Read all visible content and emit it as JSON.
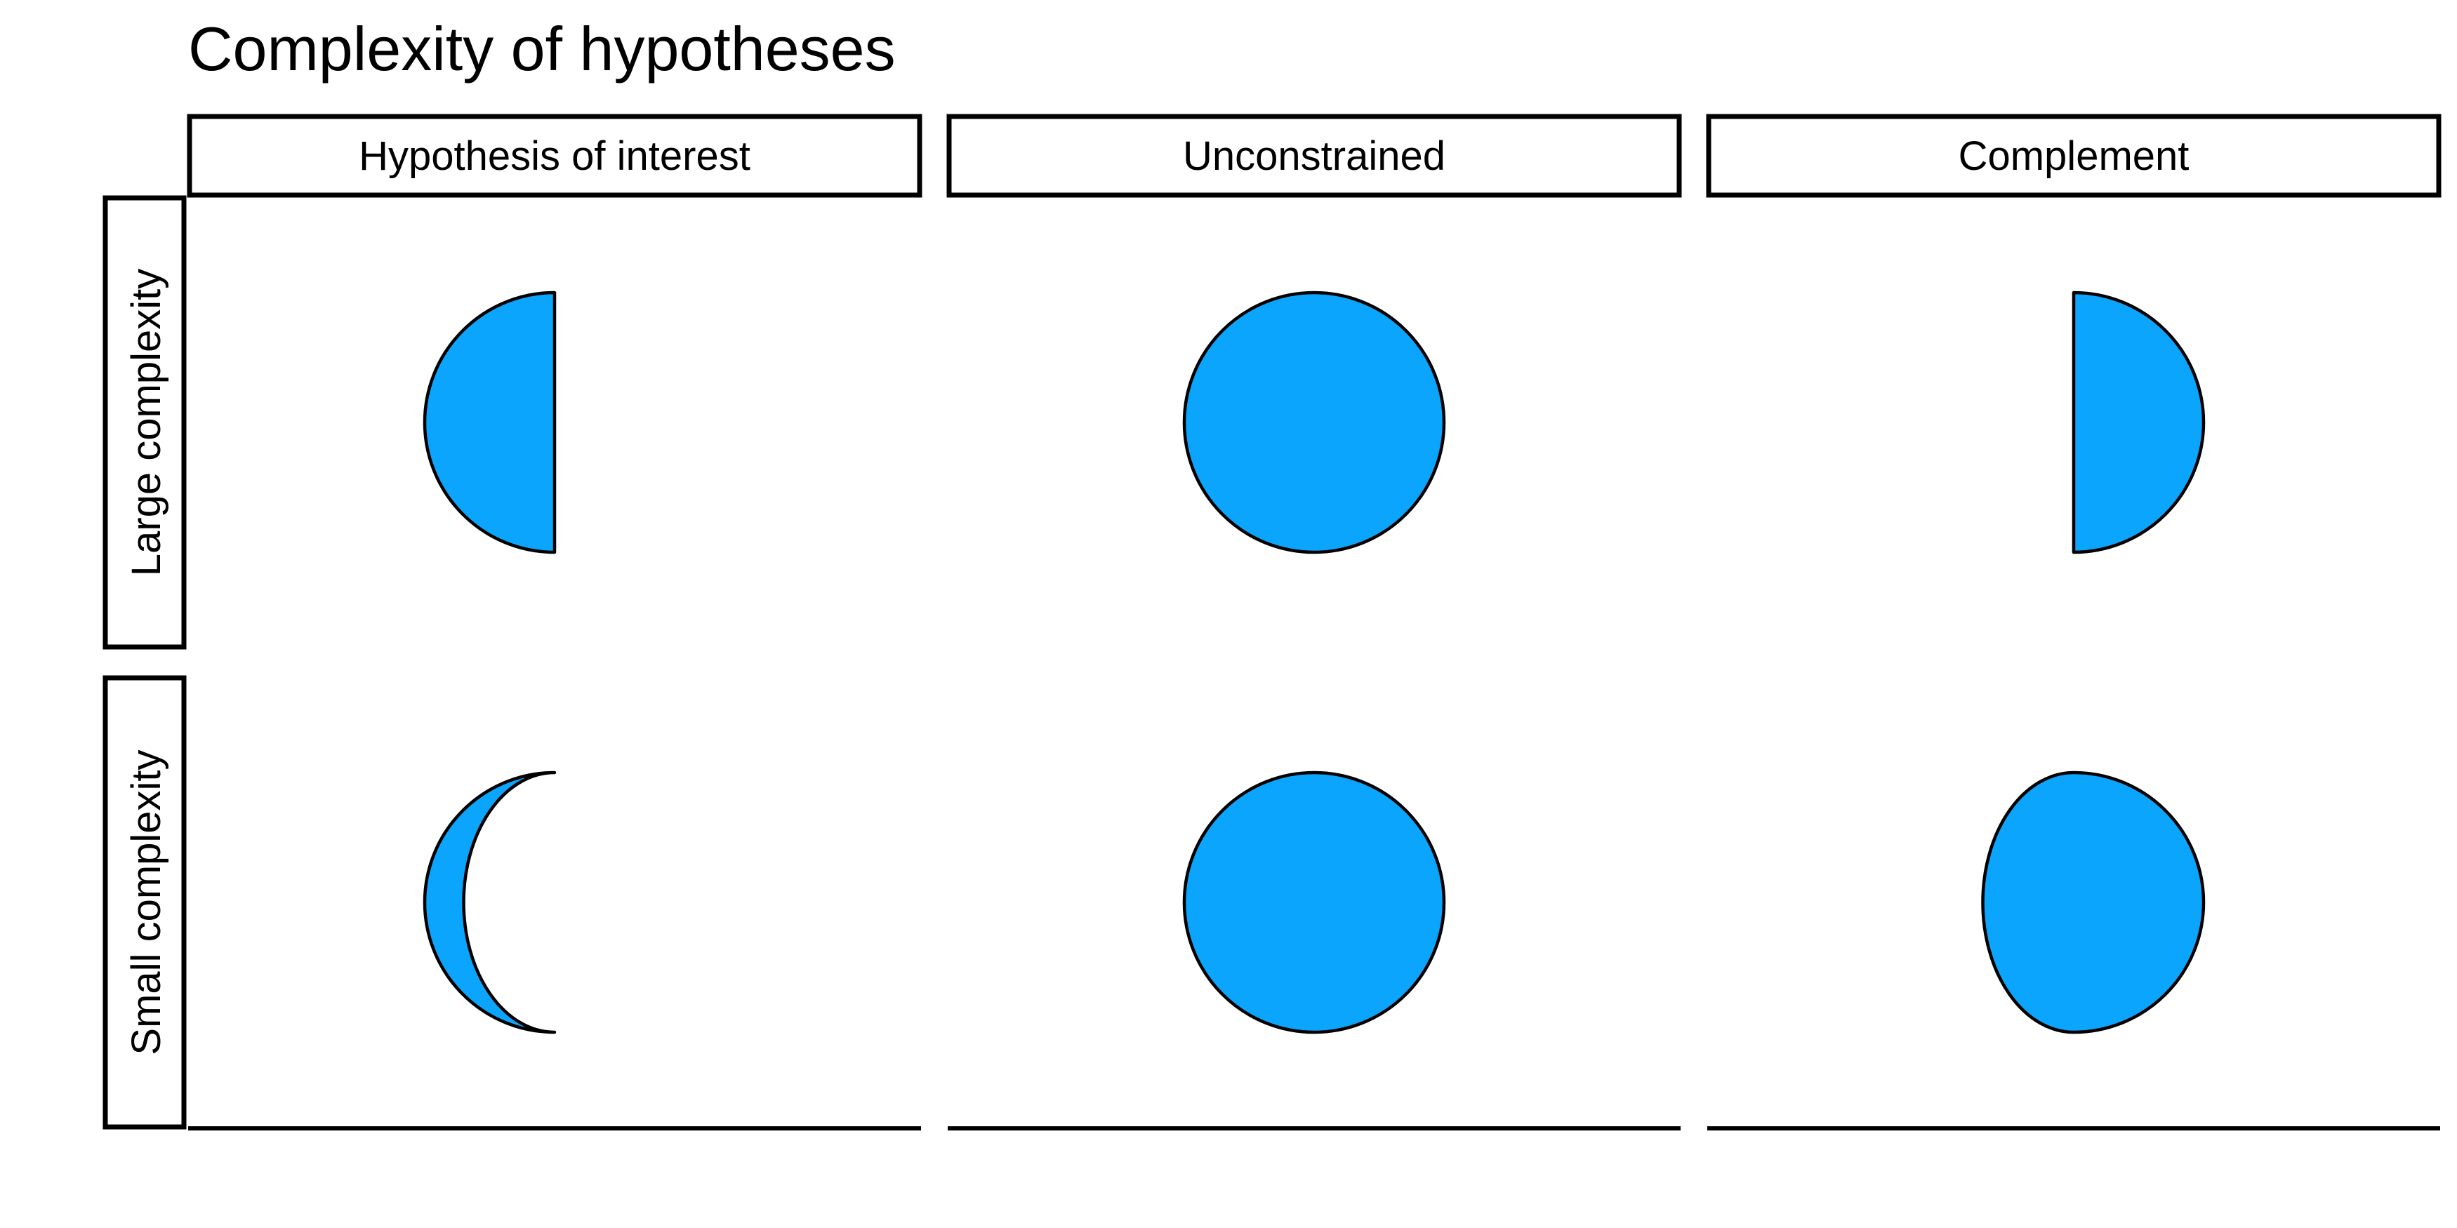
{
  "title": "Complexity of hypotheses",
  "columns": [
    "Hypothesis of interest",
    "Unconstrained",
    "Complement"
  ],
  "rows": [
    "Large complexity",
    "Small complexity"
  ],
  "colors": {
    "fill": "#0ca5fd",
    "stroke": "#000000"
  },
  "panels": [
    {
      "row": 0,
      "col": 0,
      "shape": "left-half-disc",
      "icon": "left-half-circle-icon"
    },
    {
      "row": 0,
      "col": 1,
      "shape": "full-disc",
      "icon": "circle-icon"
    },
    {
      "row": 0,
      "col": 2,
      "shape": "right-half-disc",
      "icon": "right-half-circle-icon"
    },
    {
      "row": 1,
      "col": 0,
      "shape": "crescent",
      "icon": "crescent-icon"
    },
    {
      "row": 1,
      "col": 1,
      "shape": "full-disc",
      "icon": "circle-icon"
    },
    {
      "row": 1,
      "col": 2,
      "shape": "gibbous-disc",
      "icon": "gibbous-circle-icon"
    }
  ]
}
